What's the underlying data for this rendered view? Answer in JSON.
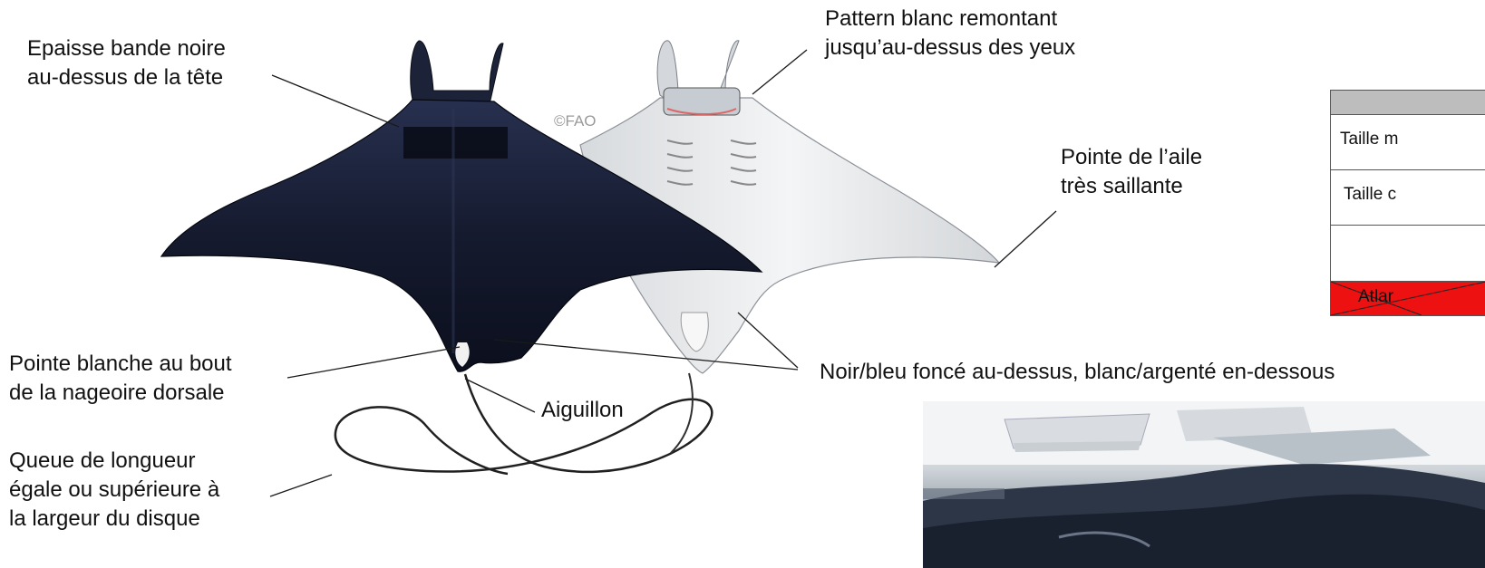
{
  "credit": "©FAO",
  "labels": {
    "head_band": [
      "Epaisse bande noire",
      "au-dessus de la tête"
    ],
    "white_pattern": [
      "Pattern blanc remontant",
      "jusqu’au-dessus des yeux"
    ],
    "wing_tip": [
      "Pointe de l’aile",
      "très saillante"
    ],
    "dorsal_tip": [
      "Pointe blanche au bout",
      "de la nageoire dorsale"
    ],
    "spine": "Aiguillon",
    "coloration": "Noir/bleu foncé au-dessus, blanc/argenté en-dessous",
    "tail": [
      "Queue de longueur",
      "égale ou supérieure à",
      "la largeur du disque"
    ]
  },
  "table": {
    "row_a": "Taille m",
    "row_b": "Taille c",
    "row_red": "Atlar"
  },
  "colors": {
    "dorsal": "#141a30",
    "ventral": "#e9ecef",
    "table_header": "#bdbdbd",
    "table_red": "#ee1111"
  }
}
